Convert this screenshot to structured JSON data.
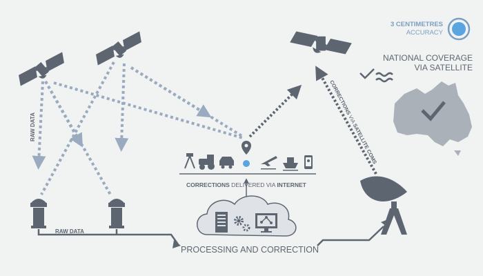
{
  "accuracy": {
    "value": "3 CENTIMETRES",
    "label": "ACCURACY"
  },
  "coverage": {
    "line1": "NATIONAL COVERAGE",
    "line2": "VIA SATELLITE"
  },
  "labels": {
    "raw_data_vertical": "RAW DATA",
    "raw_data_horizontal": "RAW DATA",
    "corrections_prefix": "CORRECTIONS",
    "delivered_via": " DELIVERED VIA ",
    "internet": "INTERNET",
    "processing": "PROCESSING AND CORRECTION",
    "sat_coms_prefix": "CORRECTIONS",
    "sat_coms_via": " VIA ",
    "sat_coms_suffix": "SATELLITE COMS"
  },
  "users": [
    "surveyor-icon",
    "tractor-icon",
    "car-icon",
    "location-pin-icon",
    "airplane-icon",
    "ship-icon",
    "phone-pin-icon"
  ],
  "colors": {
    "background": "#f1f2f2",
    "dark": "#5d6670",
    "mid": "#8a95a0",
    "dashed": "#9aabbf",
    "accent_blue": "#5aa5e0",
    "australia": "#aab1b9"
  }
}
